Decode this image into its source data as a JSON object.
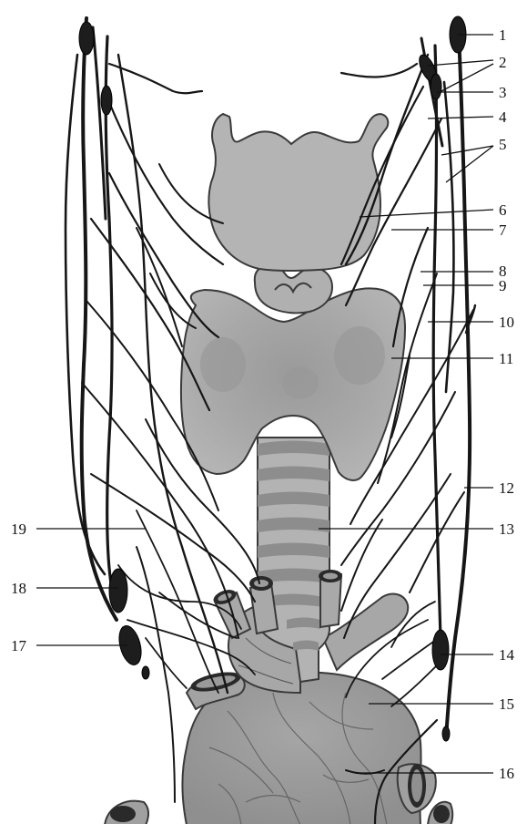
{
  "figure": {
    "callouts": [
      {
        "id": "1",
        "text": "1"
      },
      {
        "id": "2",
        "text": "2"
      },
      {
        "id": "3",
        "text": "3"
      },
      {
        "id": "4",
        "text": "4"
      },
      {
        "id": "5",
        "text": "5"
      },
      {
        "id": "6",
        "text": "6"
      },
      {
        "id": "7",
        "text": "7"
      },
      {
        "id": "8",
        "text": "8"
      },
      {
        "id": "9",
        "text": "9"
      },
      {
        "id": "10",
        "text": "10"
      },
      {
        "id": "11",
        "text": "11"
      },
      {
        "id": "12",
        "text": "12"
      },
      {
        "id": "13",
        "text": "13"
      },
      {
        "id": "14",
        "text": "14"
      },
      {
        "id": "15",
        "text": "15"
      },
      {
        "id": "16",
        "text": "16"
      },
      {
        "id": "17",
        "text": "17"
      },
      {
        "id": "18",
        "text": "18"
      },
      {
        "id": "19",
        "text": "19"
      }
    ],
    "colors": {
      "organ_fill": "#a9a9a9",
      "organ_dark": "#8c8c8c",
      "cartilage_ring": "#8e8e8e",
      "vessel": "#161616",
      "background": "#ffffff"
    }
  }
}
